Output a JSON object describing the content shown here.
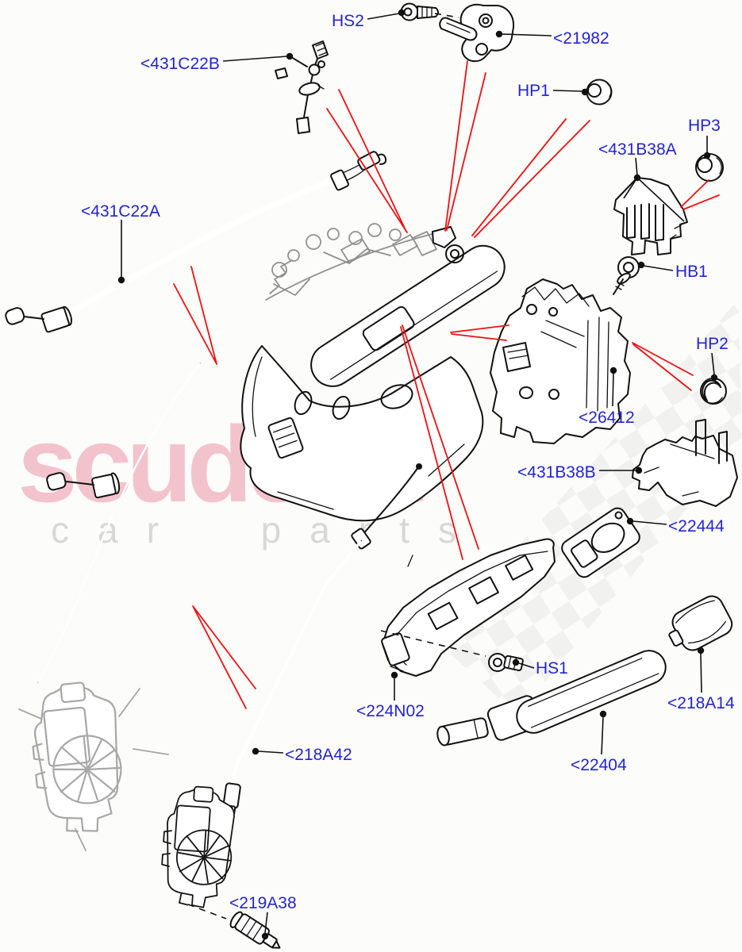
{
  "watermark": {
    "brand": "scuderia",
    "tagline": "car parts"
  },
  "colors": {
    "label_blue": "#2424d2",
    "arrow_red": "#ee1111",
    "line_black": "#111111",
    "ghost_gray": "#a5a5a5",
    "watermark_pink": "#f3c3cd",
    "watermark_gray": "#d8d8d8",
    "checker_gray": "#e8e8e8",
    "background": "#fcfcfa"
  },
  "labels": [
    {
      "id": "HS2",
      "text": "HS2"
    },
    {
      "id": "21982",
      "text": "<21982"
    },
    {
      "id": "431C22B",
      "text": "<431C22B"
    },
    {
      "id": "HP1",
      "text": "HP1"
    },
    {
      "id": "HP3",
      "text": "HP3"
    },
    {
      "id": "431B38A",
      "text": "<431B38A"
    },
    {
      "id": "HB1",
      "text": "HB1"
    },
    {
      "id": "HP2",
      "text": "HP2"
    },
    {
      "id": "26412",
      "text": "<26412"
    },
    {
      "id": "431B38B",
      "text": "<431B38B"
    },
    {
      "id": "22444",
      "text": "<22444"
    },
    {
      "id": "431C22A",
      "text": "<431C22A"
    },
    {
      "id": "224N02",
      "text": "<224N02"
    },
    {
      "id": "HS1",
      "text": "HS1"
    },
    {
      "id": "218A14",
      "text": "<218A14"
    },
    {
      "id": "22404",
      "text": "<22404"
    },
    {
      "id": "218A42",
      "text": "<218A42"
    },
    {
      "id": "219A38",
      "text": "<219A38"
    }
  ]
}
